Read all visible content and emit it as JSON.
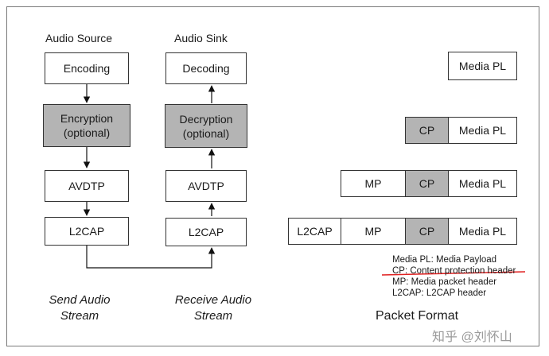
{
  "send": {
    "title": "Audio Source",
    "encoding": "Encoding",
    "encryption": [
      "Encryption",
      "(optional)"
    ],
    "avdtp": "AVDTP",
    "l2cap": "L2CAP",
    "caption": [
      "Send Audio",
      "Stream"
    ]
  },
  "receive": {
    "title": "Audio Sink",
    "decoding": "Decoding",
    "decryption": [
      "Decryption",
      "(optional)"
    ],
    "avdtp": "AVDTP",
    "l2cap": "L2CAP",
    "caption": [
      "Receive Audio",
      "Stream"
    ]
  },
  "packets": {
    "row1": [
      "Media PL"
    ],
    "row2": [
      "CP",
      "Media PL"
    ],
    "row3": [
      "MP",
      "CP",
      "Media PL"
    ],
    "row4": [
      "L2CAP",
      "MP",
      "CP",
      "Media PL"
    ]
  },
  "legend": [
    "Media PL: Media Payload",
    "CP: Content protection header",
    "MP: Media packet header",
    "L2CAP: L2CAP header"
  ],
  "packet_format_label": "Packet Format",
  "watermark": "知乎 @刘怀山",
  "colors": {
    "gray_fill": "#b4b4b4",
    "underline": "#e02020"
  }
}
